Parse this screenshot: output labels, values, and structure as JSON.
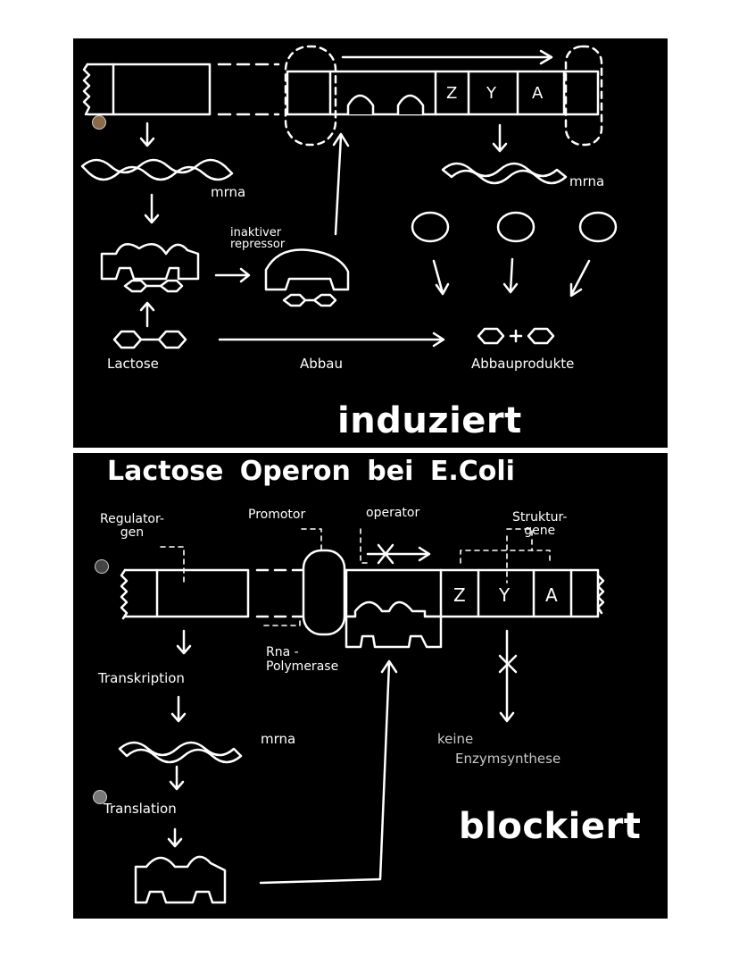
{
  "colors": {
    "board": "#000000",
    "ink": "#ffffff",
    "page": "#ffffff"
  },
  "top": {
    "gene_letters": [
      "Z",
      "Y",
      "A"
    ],
    "mrna_left": "mrna",
    "mrna_right": "mrna",
    "inactive_repressor": "inaktiver\nrepressor",
    "lactose": "Lactose",
    "abbau": "Abbau",
    "abbauprodukte": "Abbauprodukte",
    "state": "induziert"
  },
  "title": "Lactose Operon bei E.Coli",
  "bottom": {
    "regulatorgen": "Regulator-\ngen",
    "promotor": "Promotor",
    "operator": "operator",
    "strukturgene": "Struktur-\ngene",
    "gene_letters": [
      "Z",
      "Y",
      "A"
    ],
    "rna_polymerase": "Rna -\nPolymerase",
    "transkription": "Transkription",
    "mrna": "mrna",
    "translation": "Translation",
    "keine": "keine",
    "enzymsynthese": "Enzymsynthese",
    "state": "blockiert"
  }
}
